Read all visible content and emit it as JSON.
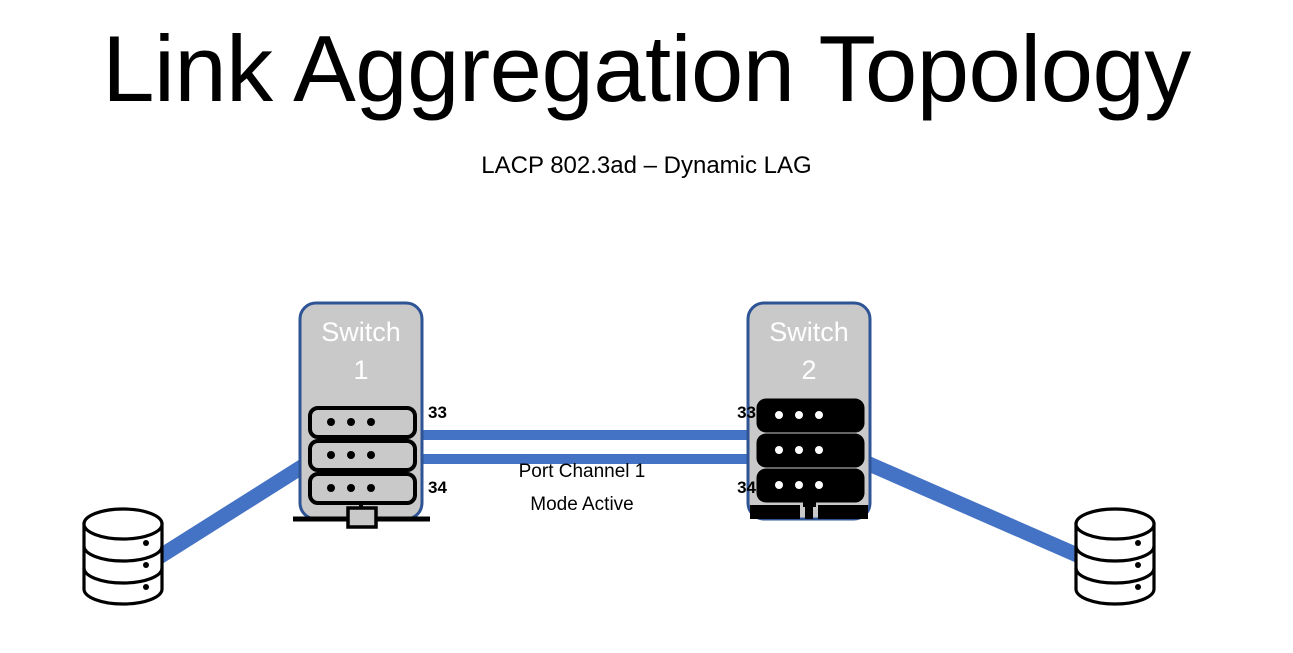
{
  "page": {
    "title": "Link Aggregation Topology",
    "subtitle": "LACP 802.3ad – Dynamic LAG",
    "background": "#FFFFFF"
  },
  "colors": {
    "link_blue": "#4472C4",
    "switch_border_blue": "#2E5496",
    "switch_fill_gray": "#C9C9C9",
    "outline_black": "#000000",
    "label_white": "#FFFFFF"
  },
  "diagram": {
    "type": "network-topology",
    "nodes": [
      {
        "id": "db-left",
        "kind": "database-cylinder",
        "label": "",
        "fill": "#FFFFFF",
        "stroke": "#000000"
      },
      {
        "id": "switch-1",
        "kind": "switch",
        "name_line1": "Switch",
        "name_line2": "1",
        "name": "Switch 1",
        "bay_style": "light",
        "bays": 3,
        "dots_per_bay": 3
      },
      {
        "id": "switch-2",
        "kind": "switch",
        "name_line1": "Switch",
        "name_line2": "2",
        "name": "Switch 2",
        "bay_style": "dark",
        "bays": 3,
        "dots_per_bay": 3
      },
      {
        "id": "db-right",
        "kind": "database-cylinder",
        "label": "",
        "fill": "#FFFFFF",
        "stroke": "#000000"
      }
    ],
    "port_labels": {
      "switch1_upper": "33",
      "switch1_lower": "34",
      "switch2_upper": "33",
      "switch2_lower": "34"
    },
    "trunk": {
      "name": "Port Channel 1",
      "mode": "Mode Active",
      "member_count": 2,
      "from": "switch-1",
      "to": "switch-2"
    },
    "edges": [
      {
        "from": "db-left",
        "to": "switch-1",
        "style": "diagonal",
        "color": "#4472C4"
      },
      {
        "from": "switch-1",
        "to": "switch-2",
        "style": "trunk-upper",
        "color": "#4472C4"
      },
      {
        "from": "switch-1",
        "to": "switch-2",
        "style": "trunk-lower",
        "color": "#4472C4"
      },
      {
        "from": "switch-2",
        "to": "db-right",
        "style": "diagonal",
        "color": "#4472C4"
      }
    ]
  }
}
